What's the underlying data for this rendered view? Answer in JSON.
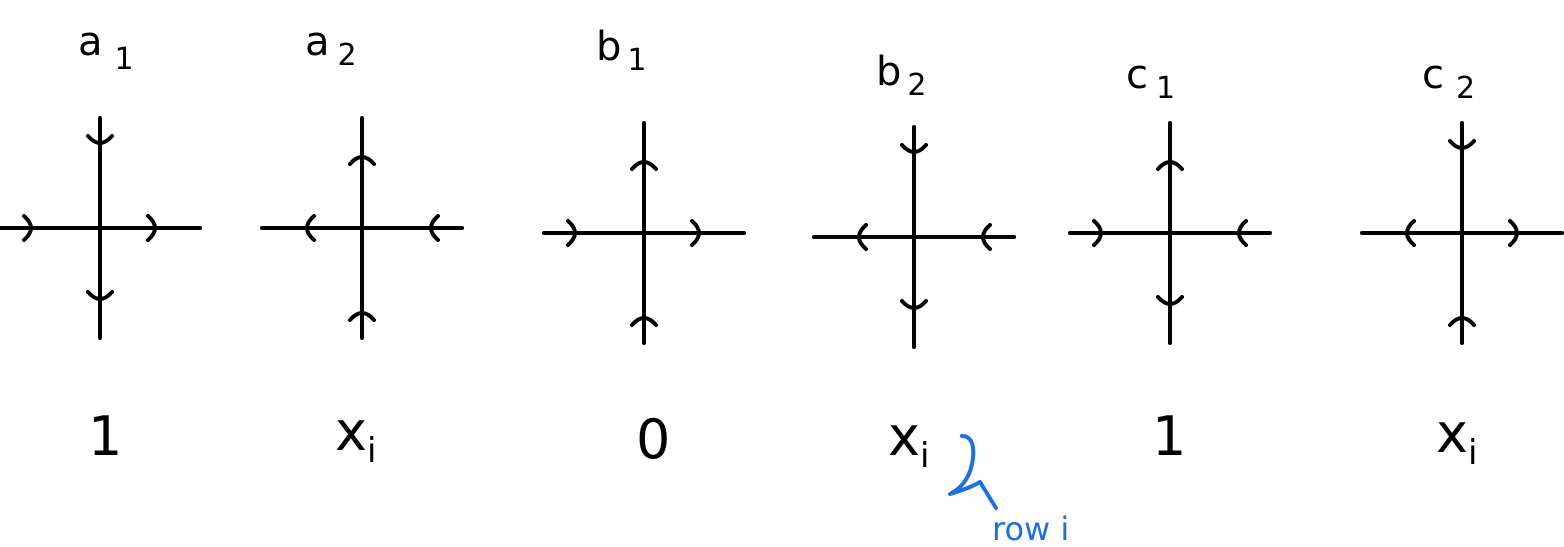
{
  "vertices": [
    {
      "id": "a1",
      "name": {
        "base": "a",
        "sub": "1"
      },
      "weight": {
        "base": "1",
        "sub": ""
      },
      "arrows": {
        "top": "down",
        "bottom": "down",
        "left": "right",
        "right": "right"
      }
    },
    {
      "id": "a2",
      "name": {
        "base": "a",
        "sub": "2"
      },
      "weight": {
        "base": "x",
        "sub": "i"
      },
      "arrows": {
        "top": "up",
        "bottom": "up",
        "left": "left",
        "right": "left"
      }
    },
    {
      "id": "b1",
      "name": {
        "base": "b",
        "sub": "1"
      },
      "weight": {
        "base": "0",
        "sub": ""
      },
      "arrows": {
        "top": "up",
        "bottom": "up",
        "left": "right",
        "right": "right"
      }
    },
    {
      "id": "b2",
      "name": {
        "base": "b",
        "sub": "2"
      },
      "weight": {
        "base": "x",
        "sub": "i"
      },
      "arrows": {
        "top": "down",
        "bottom": "down",
        "left": "left",
        "right": "left"
      }
    },
    {
      "id": "c1",
      "name": {
        "base": "c",
        "sub": "1"
      },
      "weight": {
        "base": "1",
        "sub": ""
      },
      "arrows": {
        "top": "up",
        "bottom": "down",
        "left": "right",
        "right": "left"
      }
    },
    {
      "id": "c2",
      "name": {
        "base": "c",
        "sub": "2"
      },
      "weight": {
        "base": "x",
        "sub": "i"
      },
      "arrows": {
        "top": "down",
        "bottom": "up",
        "left": "left",
        "right": "right"
      }
    }
  ],
  "annotation": {
    "text": "row i",
    "color": "#1f6fe0"
  }
}
